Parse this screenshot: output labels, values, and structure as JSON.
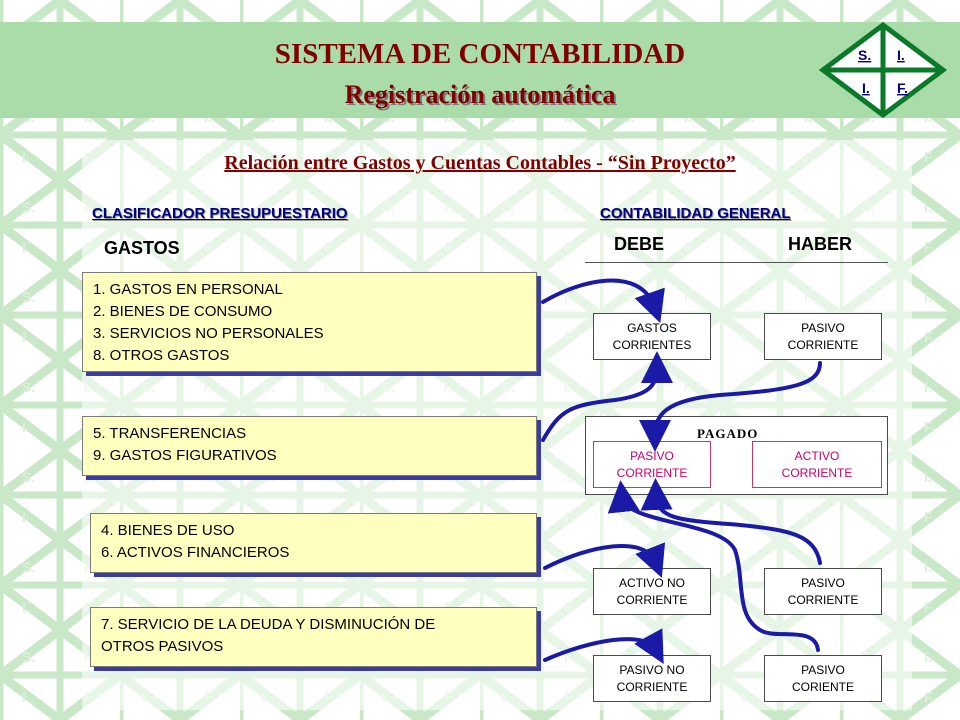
{
  "header": {
    "title": "SISTEMA DE CONTABILIDAD",
    "subtitle": "Registración automática",
    "logo_letters": [
      "S.",
      "I.",
      "I.",
      "F."
    ]
  },
  "diagram_title": "Relación entre Gastos y Cuentas Contables - “Sin Proyecto”",
  "left_section": {
    "label": "CLASIFICADOR PRESUPUESTARIO",
    "column": "GASTOS",
    "groups": [
      {
        "items": [
          "1.  GASTOS EN PERSONAL",
          "2.  BIENES DE CONSUMO",
          "3.  SERVICIOS NO PERSONALES",
          "8.  OTROS GASTOS"
        ]
      },
      {
        "items": [
          "5.    TRANSFERENCIAS",
          "9.  GASTOS FIGURATIVOS"
        ]
      },
      {
        "items": [
          "4.  BIENES DE USO",
          "6.  ACTIVOS FINANCIEROS"
        ]
      },
      {
        "items": [
          "7.  SERVICIO DE LA DEUDA Y DISMINUCIÓN DE",
          "OTROS PASIVOS"
        ]
      }
    ]
  },
  "right_section": {
    "label": "CONTABILIDAD GENERAL",
    "debe": "DEBE",
    "haber": "HABER",
    "row1": {
      "debe": [
        "GASTOS",
        "CORRIENTES"
      ],
      "haber": [
        "PASIVO",
        "CORRIENTE"
      ]
    },
    "pagado": {
      "label": "PAGADO",
      "debe": [
        "PASIVO",
        "CORRIENTE"
      ],
      "haber": [
        "ACTIVO",
        "CORRIENTE"
      ]
    },
    "row3": {
      "debe": [
        "ACTIVO NO",
        "CORRIENTE"
      ],
      "haber": [
        "PASIVO",
        "CORRIENTE"
      ]
    },
    "row4": {
      "debe": [
        "PASIVO NO",
        "CORRIENTE"
      ],
      "haber": [
        "PASIVO",
        "CORIENTE"
      ]
    }
  },
  "colors": {
    "header_band": "#a9dca9",
    "title": "#800000",
    "section_label": "#000080",
    "group_fill": "#ffffc0",
    "arrow": "#1a1aa6",
    "pink": "#cc0066"
  }
}
